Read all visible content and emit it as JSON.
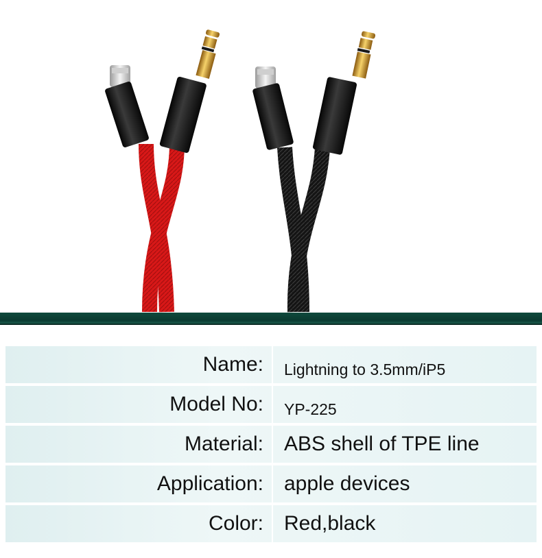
{
  "product": {
    "colors": {
      "red_cable": "#d81818",
      "black_cable": "#111111",
      "shelf": "#0f4a3d",
      "row_bg": "#e3f1f2"
    }
  },
  "specs": [
    {
      "label": "Name:",
      "value": "Lightning to 3.5mm/iP5"
    },
    {
      "label": "Model No:",
      "value": "YP-225"
    },
    {
      "label": "Material:",
      "value": "ABS shell of TPE line"
    },
    {
      "label": "Application:",
      "value": "apple devices"
    },
    {
      "label": "Color:",
      "value": "Red,black"
    }
  ]
}
